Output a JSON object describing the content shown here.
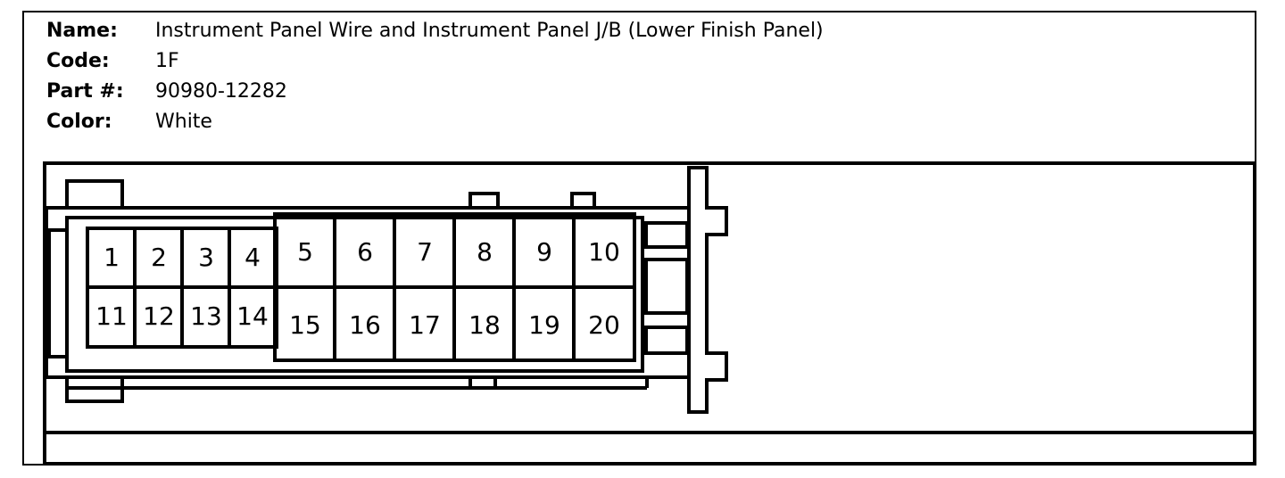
{
  "connector": {
    "name_label": "Name:",
    "name_value": "Instrument Panel Wire and Instrument Panel J/B (Lower Finish Panel)",
    "code_label": "Code:",
    "code_value": "1F",
    "part_label": "Part #:",
    "part_value": "90980-12282",
    "color_label": "Color:",
    "color_value": "White"
  },
  "pins": {
    "p1": "1",
    "p2": "2",
    "p3": "3",
    "p4": "4",
    "p5": "5",
    "p6": "6",
    "p7": "7",
    "p8": "8",
    "p9": "9",
    "p10": "10",
    "p11": "11",
    "p12": "12",
    "p13": "13",
    "p14": "14",
    "p15": "15",
    "p16": "16",
    "p17": "17",
    "p18": "18",
    "p19": "19",
    "p20": "20"
  }
}
